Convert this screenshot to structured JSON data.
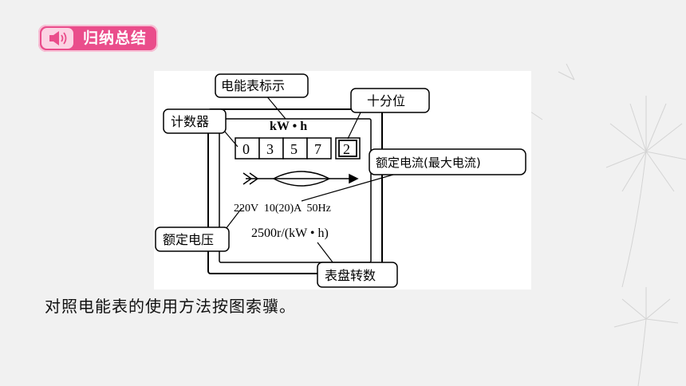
{
  "header": {
    "title": "归纳总结",
    "icon": "speaker-icon",
    "accent_color": "#ea4d8b"
  },
  "diagram": {
    "callouts": {
      "meter_label": "电能表标示",
      "tens_digit": "十分位",
      "counter": "计数器",
      "rated_current": "额定电流(最大电流)",
      "rated_voltage": "额定电压",
      "revolutions": "表盘转数"
    },
    "unit": "kW • h",
    "digits": [
      "0",
      "3",
      "5",
      "7",
      "2"
    ],
    "specs": "220V  10(20)A  50Hz",
    "rev_rate": "2500r/(kW • h)"
  },
  "caption": "对照电能表的使用方法按图索骥。"
}
